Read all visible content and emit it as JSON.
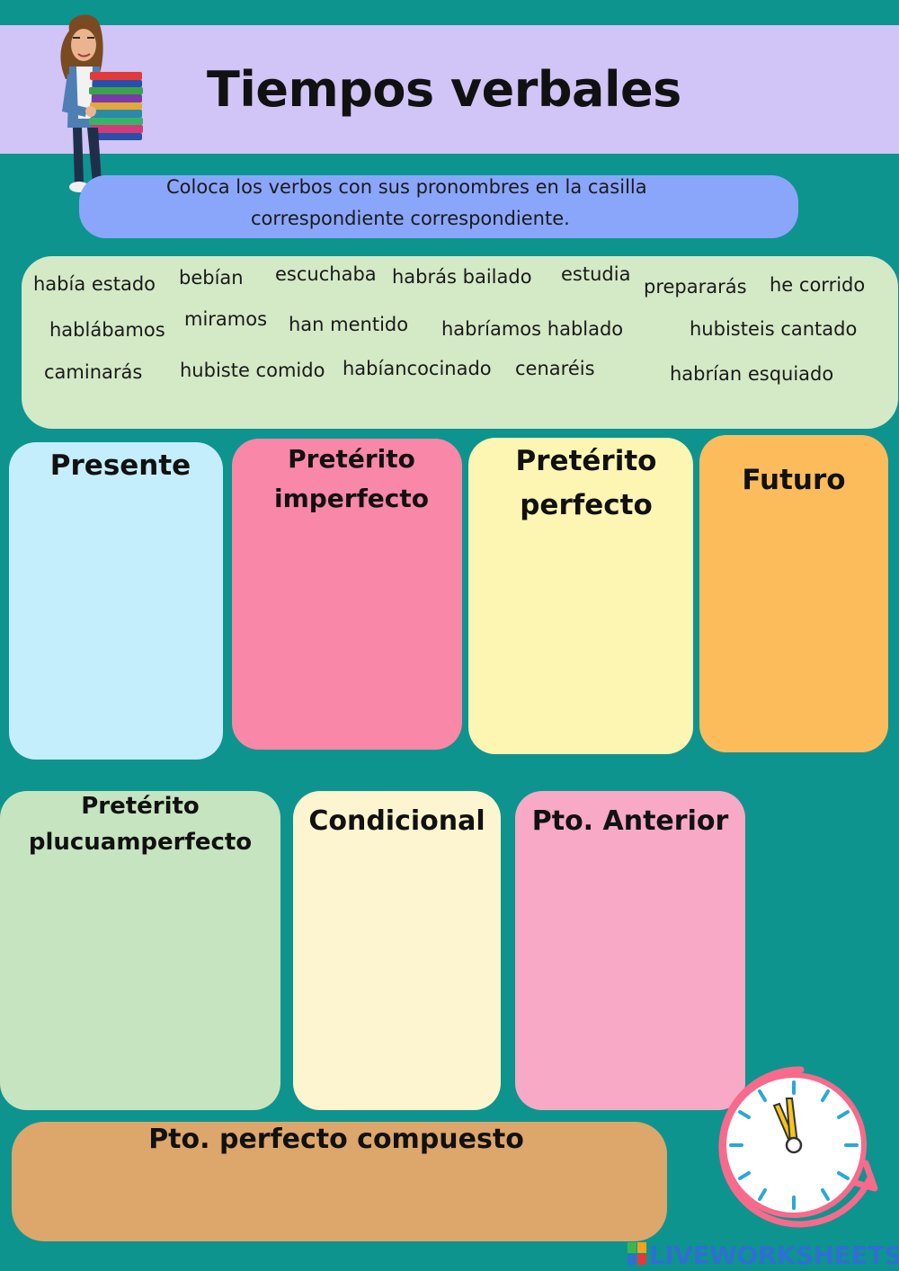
{
  "header": {
    "title": "Tiempos verbales"
  },
  "instructions": {
    "line1": "Coloca los verbos con sus pronombres  en la casilla",
    "line2": "correspondiente correspondiente."
  },
  "word_bank": [
    "había estado",
    "bebían",
    "escuchaba",
    "habrás bailado",
    "estudia",
    "prepararás",
    "he corrido",
    "hablábamos",
    "miramos",
    "han mentido",
    "habríamos hablado",
    "hubisteis cantado",
    "caminarás",
    "hubiste comido",
    "habíancocinado",
    "cenaréis",
    "habrían esquiado"
  ],
  "boxes": {
    "presente": [
      "Presente"
    ],
    "imperfecto": [
      "Pretérito",
      "imperfecto"
    ],
    "perfecto": [
      "Pretérito",
      "perfecto"
    ],
    "futuro": [
      "Futuro"
    ],
    "pluscuamperfecto": [
      "Pretérito",
      "plucuamperfecto"
    ],
    "condicional": [
      "Condicional"
    ],
    "anterior": [
      "Pto. Anterior"
    ],
    "compuesto": [
      "Pto. perfecto compuesto"
    ]
  },
  "colors": {
    "background": "#0e948e",
    "header": "#d1c4f6",
    "instructions": "#8aa6fb",
    "word_bank": "#d4e9c6",
    "presente": "#c4eefb",
    "imperfecto": "#f987a8",
    "perfecto": "#fdf6b3",
    "futuro": "#fdbc5c",
    "pluscuamperfecto": "#c6e4bf",
    "condicional": "#fdf5cf",
    "anterior": "#f7a9c5",
    "compuesto": "#dda66a"
  },
  "footer": {
    "logo_badge": "LIVE",
    "logo_text": "LIVEWORKSHEETS"
  },
  "icons": {
    "teacher": "teacher-avatar-with-books",
    "clock": "clock-icon"
  }
}
